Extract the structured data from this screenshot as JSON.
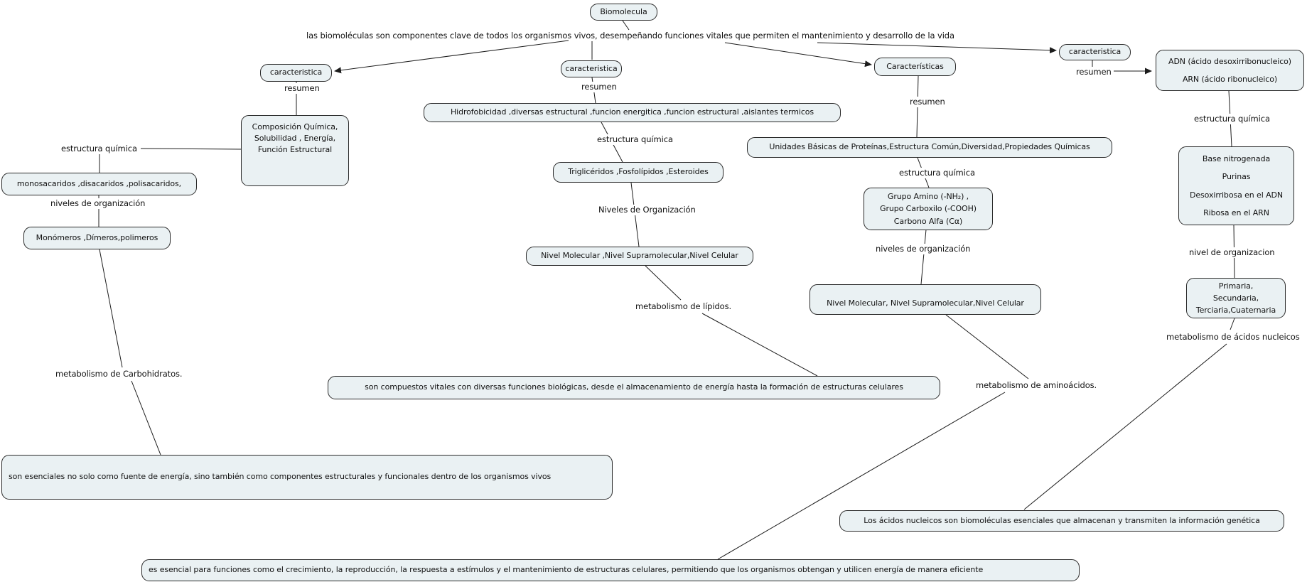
{
  "colors": {
    "background": "#ffffff",
    "node_fill": "#eaf1f3",
    "node_border": "#2a2a2a",
    "connector_line": "#1c1c1c",
    "text": "#111111"
  },
  "root": {
    "label": "Biomolecula"
  },
  "statement": "las biomoléculas son componentes clave de todos los organismos vivos, desempeñando funciones vitales que permiten el mantenimiento y desarrollo de la vida",
  "branches": {
    "carbohydrates": {
      "link_label": "caracteristica",
      "resumen_label": "resumen",
      "summary": "Composición Química,\nSolubilidad , Energía,\nFunción Estructural",
      "estructura_quimica_label": "estructura química",
      "estructura_quimica": "monosacaridos ,disacaridos ,polisacaridos,",
      "niveles_label": "niveles de organización",
      "niveles": "Monómeros ,Dímeros,polimeros",
      "metabolismo_label": "metabolismo de Carbohidratos.",
      "metabolismo": "son esenciales no solo como fuente de energía, sino también como componentes estructurales y funcionales dentro de los organismos vivos"
    },
    "lipids": {
      "link_label": "caracteristica",
      "resumen_label": "resumen",
      "summary": "Hidrofobicidad ,diversas estructural ,funcion energitica ,funcion estructural ,aislantes termicos",
      "estructura_quimica_label": "estructura química",
      "estructura_quimica": "Triglicéridos ,Fosfolípidos ,Esteroides",
      "niveles_label": "Niveles de Organización",
      "niveles": "Nivel Molecular ,Nivel Supramolecular,Nivel Celular",
      "metabolismo_label": "metabolismo de lípidos.",
      "metabolismo": "son compuestos vitales con diversas funciones biológicas, desde el almacenamiento de energía hasta la formación de estructuras celulares"
    },
    "proteins": {
      "link_label": "Características",
      "resumen_label": "resumen",
      "summary": "Unidades Básicas de Proteínas,Estructura Común,Diversidad,Propiedades Químicas",
      "estructura_quimica_label": "estructura química",
      "estructura_quimica": "Grupo Amino (-NH₂) ,\nGrupo Carboxilo (-COOH)\nCarbono Alfa (Cα)",
      "niveles_label": "niveles de organización",
      "niveles": "Nivel Molecular, Nivel Supramolecular,Nivel Celular",
      "metabolismo_label": "metabolismo de aminoácidos.",
      "metabolismo": "es esencial para funciones como el crecimiento, la reproducción, la respuesta a estímulos y el mantenimiento de estructuras celulares, permitiendo que los organismos obtengan y utilicen energía de manera eficiente"
    },
    "nucleic_acids": {
      "link_label": "caracteristica",
      "resumen_label": "resumen",
      "summary": "ADN (ácido desoxirribonucleico)\nARN (ácido ribonucleico)",
      "estructura_quimica_label": "estructura química",
      "estructura_quimica": "Base nitrogenada\nPurinas\nDesoxirribosa en el ADN\nRibosa en el ARN",
      "niveles_label": "nivel de organizacion",
      "niveles": "Primaria,\nSecundaria,\nTerciaria,Cuaternaria",
      "metabolismo_label": "metabolismo de ácidos nucleicos",
      "metabolismo": "Los ácidos nucleicos son biomoléculas esenciales que almacenan y transmiten la información genética"
    }
  }
}
